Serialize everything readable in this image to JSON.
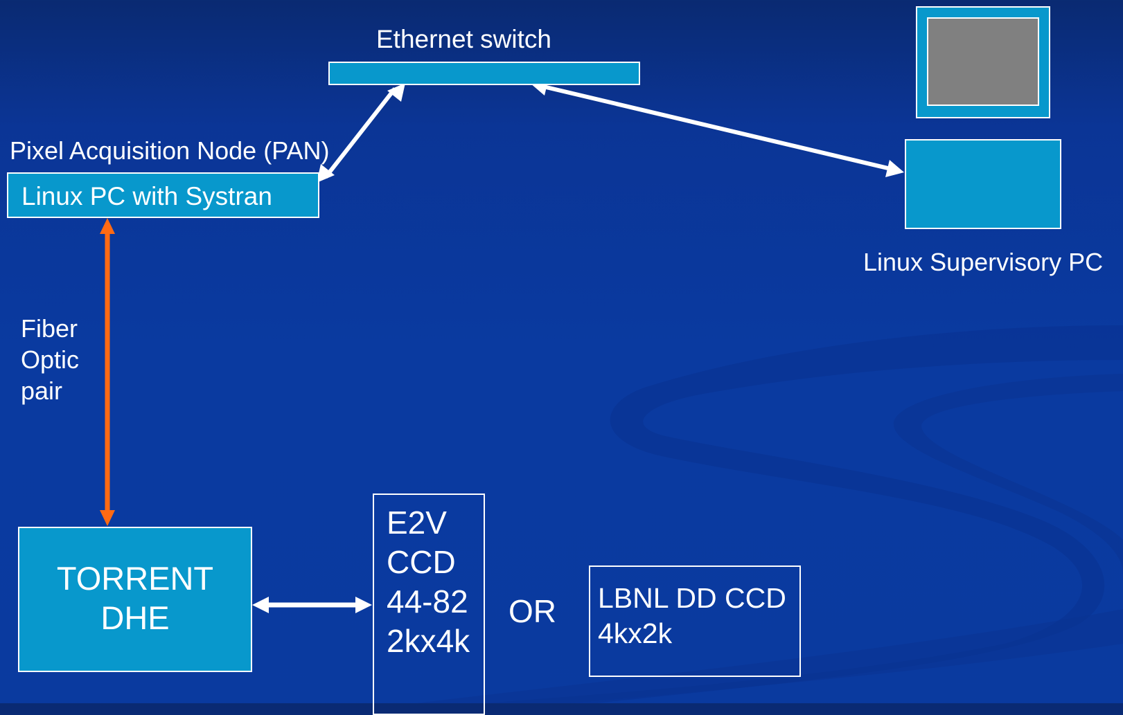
{
  "ethernet_switch": {
    "label": "Ethernet switch"
  },
  "pan": {
    "title": "Pixel Acquisition Node (PAN)",
    "box_label": "Linux PC with Systran"
  },
  "supervisory_pc": {
    "label": "Linux Supervisory PC"
  },
  "fiber": {
    "lines": [
      "Fiber",
      "Optic",
      "pair"
    ]
  },
  "torrent": {
    "lines": [
      "TORRENT",
      "DHE"
    ]
  },
  "e2v_ccd": {
    "lines": [
      "E2V",
      "CCD",
      "44-82",
      "2kx4k"
    ]
  },
  "or_label": "OR",
  "lbnl_ccd": {
    "lines": [
      "LBNL DD CCD",
      "4kx2k"
    ]
  },
  "colors": {
    "background": "#0a3a9f",
    "box_fill": "#0898cc",
    "monitor_screen": "#808080",
    "white_arrow": "#ffffff",
    "fiber_arrow": "#ff6a13"
  }
}
